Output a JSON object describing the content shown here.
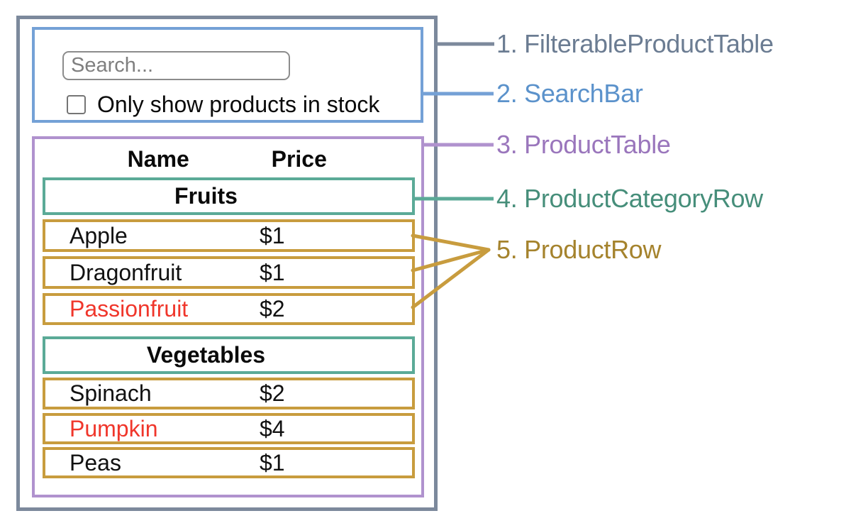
{
  "diagram": {
    "search": {
      "placeholder": "Search...",
      "checkbox_label": "Only show products in stock",
      "checkbox_checked": false
    },
    "table": {
      "headers": {
        "name": "Name",
        "price": "Price"
      },
      "sections": [
        {
          "category": "Fruits",
          "rows": [
            {
              "name": "Apple",
              "price": "$1",
              "name_color": "#111111"
            },
            {
              "name": "Dragonfruit",
              "price": "$1",
              "name_color": "#111111"
            },
            {
              "name": "Passionfruit",
              "price": "$2",
              "name_color": "#f0362b"
            }
          ]
        },
        {
          "category": "Vegetables",
          "rows": [
            {
              "name": "Spinach",
              "price": "$2",
              "name_color": "#111111"
            },
            {
              "name": "Pumpkin",
              "price": "$4",
              "name_color": "#f0362b"
            },
            {
              "name": "Peas",
              "price": "$1",
              "name_color": "#111111"
            }
          ]
        }
      ]
    },
    "legend": [
      {
        "label": "1. FilterableProductTable",
        "color": "#6b7c92"
      },
      {
        "label": "2. SearchBar",
        "color": "#5b92cb"
      },
      {
        "label": "3. ProductTable",
        "color": "#9a76bc"
      },
      {
        "label": "4. ProductCategoryRow",
        "color": "#468e7a"
      },
      {
        "label": "5. ProductRow",
        "color": "#a5832d"
      }
    ],
    "colors": {
      "slate": "#7c899c",
      "blue": "#74a1d6",
      "purple": "#b092ce",
      "teal": "#5baa97",
      "gold": "#c89c3e",
      "red": "#f0362b"
    }
  }
}
